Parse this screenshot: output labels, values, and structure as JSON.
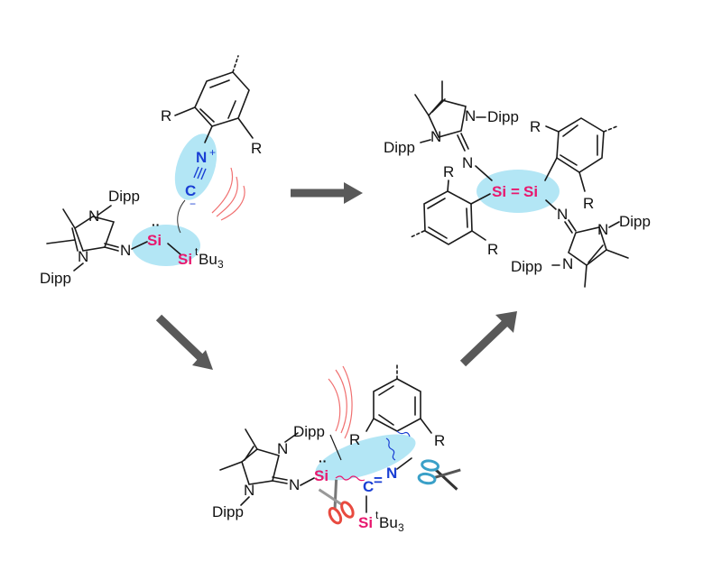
{
  "colors": {
    "si_red": "#e8186e",
    "nitrogen_blue": "#1a3fd4",
    "highlight_cyan": "#b3e6f5",
    "arrow_gray": "#595959",
    "curl_orange": "#f07070",
    "scissor_red": "#e84a3f",
    "scissor_blue": "#3aa0c8"
  },
  "labels": {
    "dipp": "Dipp",
    "r": "R",
    "n": "N",
    "si": "Si",
    "tbu_t": "t",
    "tbu_bu": "Bu",
    "tbu_3": "3",
    "plus": "+",
    "minus": "−",
    "c": "C",
    "lone_pair": "··",
    "dbl": "=",
    "triple": "≡"
  },
  "icons": [
    "reaction-arrow-icon",
    "scissors-icon",
    "curved-arrow-icon"
  ]
}
